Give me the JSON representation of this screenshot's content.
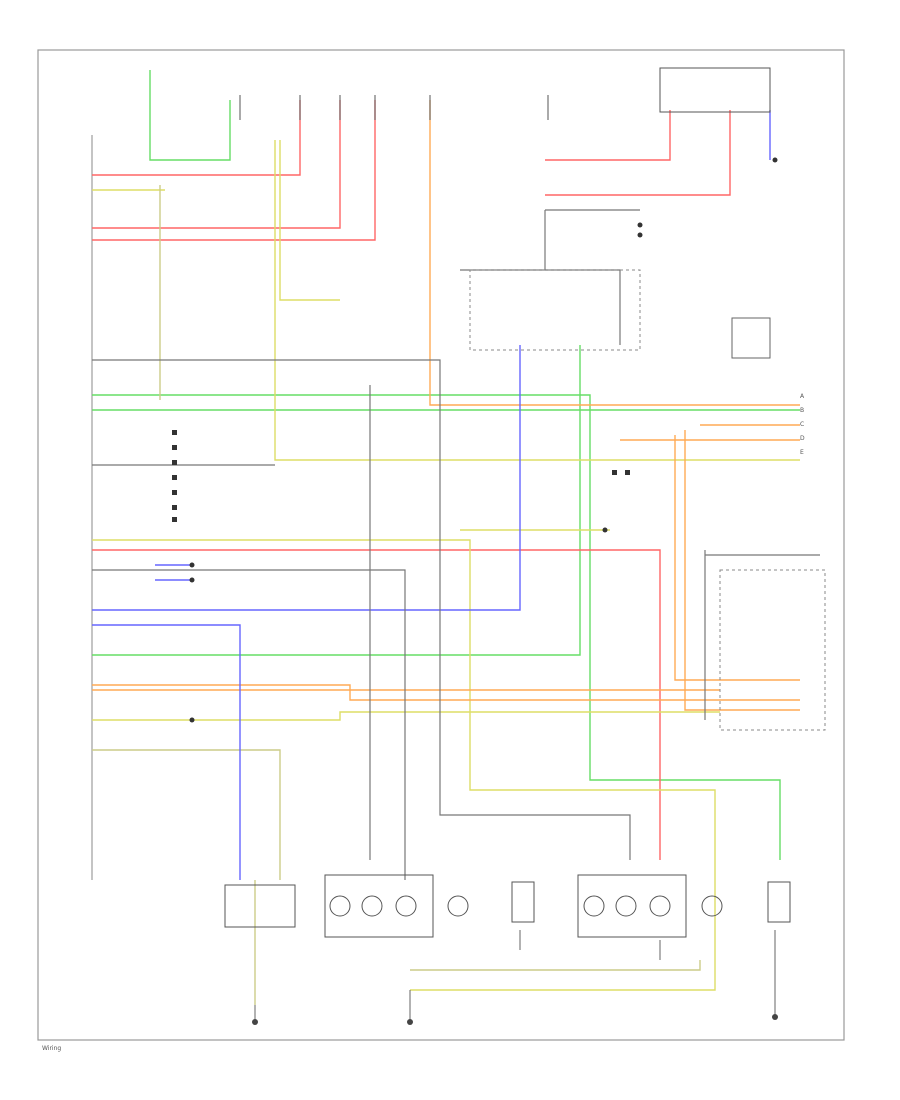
{
  "diagram": {
    "colors": {
      "frame": "#999999",
      "green": "#66dd66",
      "red": "#ff6666",
      "pink": "#ff9999",
      "yellow": "#dddd66",
      "olive": "#cccc88",
      "orange": "#ffaa55",
      "blue": "#6666ff",
      "gray": "#777777",
      "black": "#444444"
    },
    "legible_labels": [
      "A",
      "B",
      "C",
      "D",
      "E"
    ],
    "legible_text": {
      "wiring_note": "Wiring"
    }
  }
}
